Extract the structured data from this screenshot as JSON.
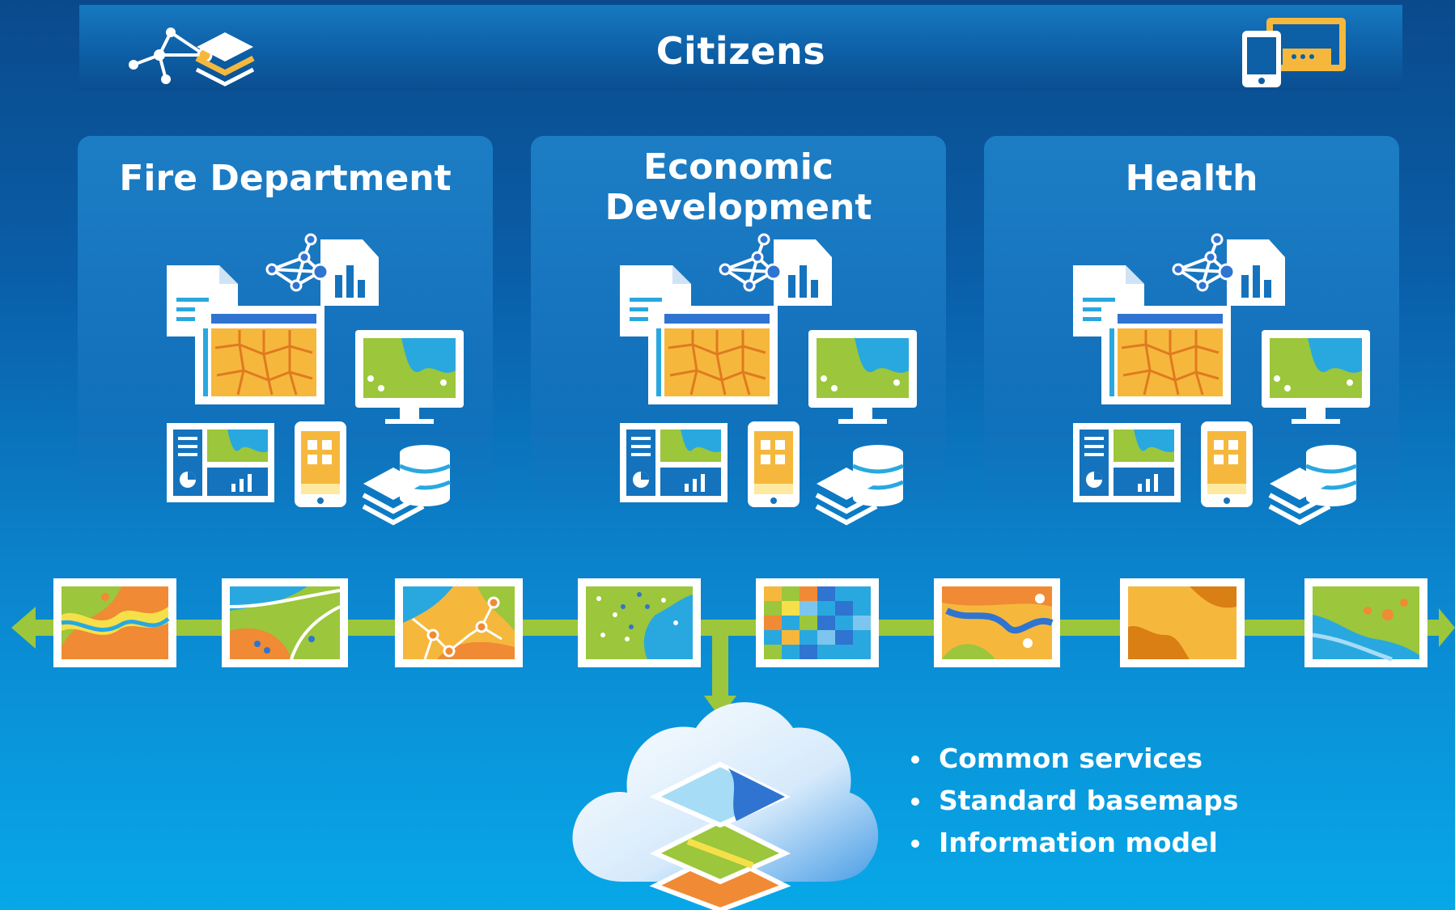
{
  "header": {
    "title": "Citizens"
  },
  "departments": [
    {
      "title_line1": "Fire Department",
      "title_line2": ""
    },
    {
      "title_line1": "Economic",
      "title_line2": "Development"
    },
    {
      "title_line1": "Health",
      "title_line2": ""
    }
  ],
  "services": [
    {
      "label": "Common services"
    },
    {
      "label": "Standard basemaps"
    },
    {
      "label": "Information model"
    }
  ],
  "colors": {
    "accent_green": "#9cc63b",
    "accent_yellow": "#f5b83d",
    "accent_orange": "#f08a34",
    "accent_blue": "#2f74d0"
  },
  "icons": [
    "network-icon",
    "layers-icon",
    "mobile-icon",
    "tablet-icon",
    "document-icon",
    "chart-document-icon",
    "web-map-icon",
    "monitor-map-icon",
    "dashboard-icon",
    "phone-app-icon",
    "database-icon",
    "cloud-icon"
  ]
}
